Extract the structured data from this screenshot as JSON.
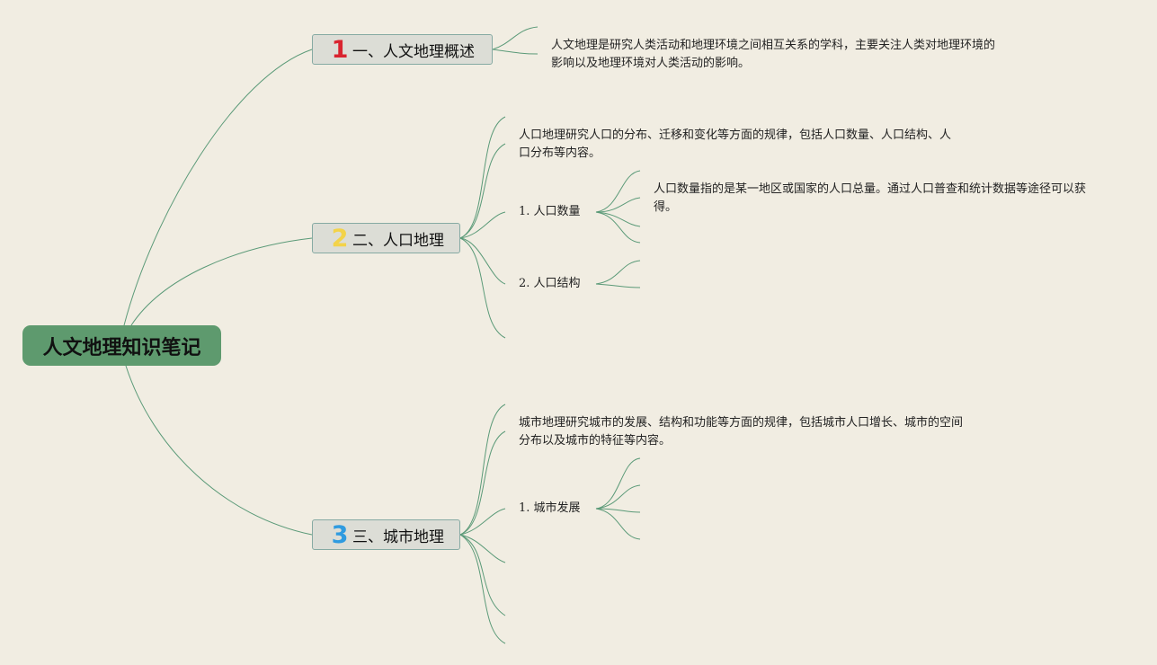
{
  "root": {
    "title": "人文地理知识笔记",
    "color": "#5e9a6e"
  },
  "colors": {
    "line": "#5b9a78",
    "num1": "#d9242f",
    "num2": "#f3d34a",
    "num3": "#2f9be0"
  },
  "sections": [
    {
      "number": "1",
      "title": "一、人文地理概述",
      "desc": "人文地理是研究人类活动和地理环境之间相互关系的学科，主要关注人类对地理环境的影响以及地理环境对人类活动的影响。"
    },
    {
      "number": "2",
      "title": "二、人口地理",
      "desc": "人口地理研究人口的分布、迁移和变化等方面的规律，包括人口数量、人口结构、人口分布等内容。",
      "subs": [
        {
          "label": "1. 人口数量",
          "desc": "人口数量指的是某一地区或国家的人口总量。通过人口普查和统计数据等途径可以获得。"
        },
        {
          "label": "2. 人口结构"
        }
      ]
    },
    {
      "number": "3",
      "title": "三、城市地理",
      "desc": "城市地理研究城市的发展、结构和功能等方面的规律，包括城市人口增长、城市的空间分布以及城市的特征等内容。",
      "subs": [
        {
          "label": "1. 城市发展"
        }
      ]
    }
  ]
}
